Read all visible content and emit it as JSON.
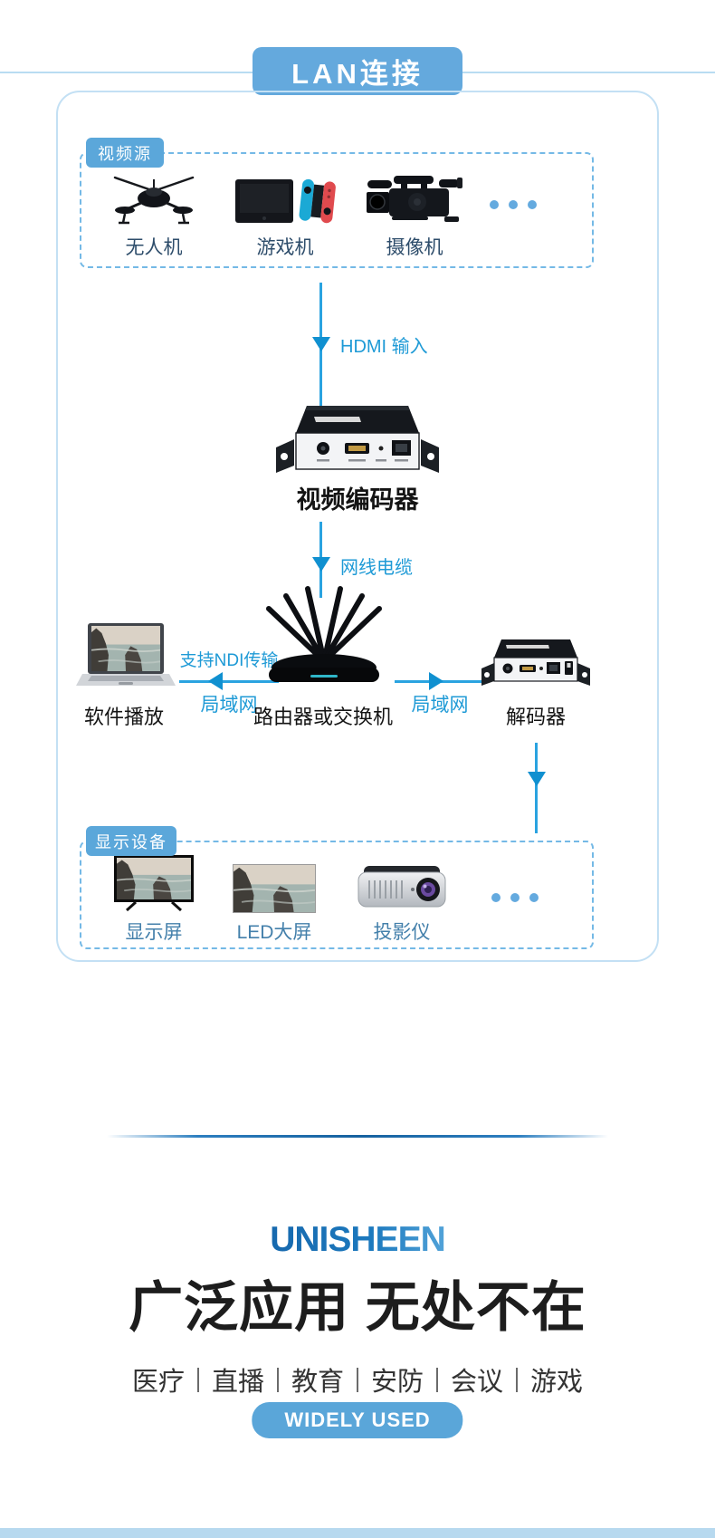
{
  "header": {
    "title": "LAN连接"
  },
  "diagram": {
    "source_group": {
      "label": "视频源",
      "items": [
        {
          "name": "无人机",
          "icon": "drone-icon"
        },
        {
          "name": "游戏机",
          "icon": "game-console-icon"
        },
        {
          "name": "摄像机",
          "icon": "camcorder-icon"
        }
      ],
      "more_icon": "ellipsis-dots"
    },
    "flow": {
      "hdmi_label": "HDMI 输入",
      "encoder_label": "视频编码器",
      "cable_label": "网线电缆",
      "laptop_label": "软件播放",
      "ndi_label": "支持NDI传输",
      "lan_left_label": "局域网",
      "router_label": "路由器或交换机",
      "lan_right_label": "局域网",
      "decoder_label": "解码器"
    },
    "display_group": {
      "label": "显示设备",
      "items": [
        {
          "name": "显示屏",
          "icon": "tv-icon"
        },
        {
          "name": "LED大屏",
          "icon": "led-screen-icon"
        },
        {
          "name": "投影仪",
          "icon": "projector-icon"
        }
      ],
      "more_icon": "ellipsis-dots"
    }
  },
  "footer": {
    "brand": "UNISHEEN",
    "headline": "广泛应用 无处不在",
    "categories": [
      "医疗",
      "直播",
      "教育",
      "安防",
      "会议",
      "游戏"
    ],
    "badge": "WIDELY USED"
  },
  "colors": {
    "accent_blue": "#64a9dd",
    "badge_blue": "#5ba7da",
    "arrow_blue": "#2aa3e0",
    "flow_label_blue": "#1e9ad6",
    "source_label_navy": "#2e4d6b",
    "display_label_steel": "#4480ab",
    "dark_text": "#141414",
    "panel_border": "#c3e0f4",
    "dash_border": "#74b9e6",
    "bottom_strip": "#b7d9ef"
  }
}
